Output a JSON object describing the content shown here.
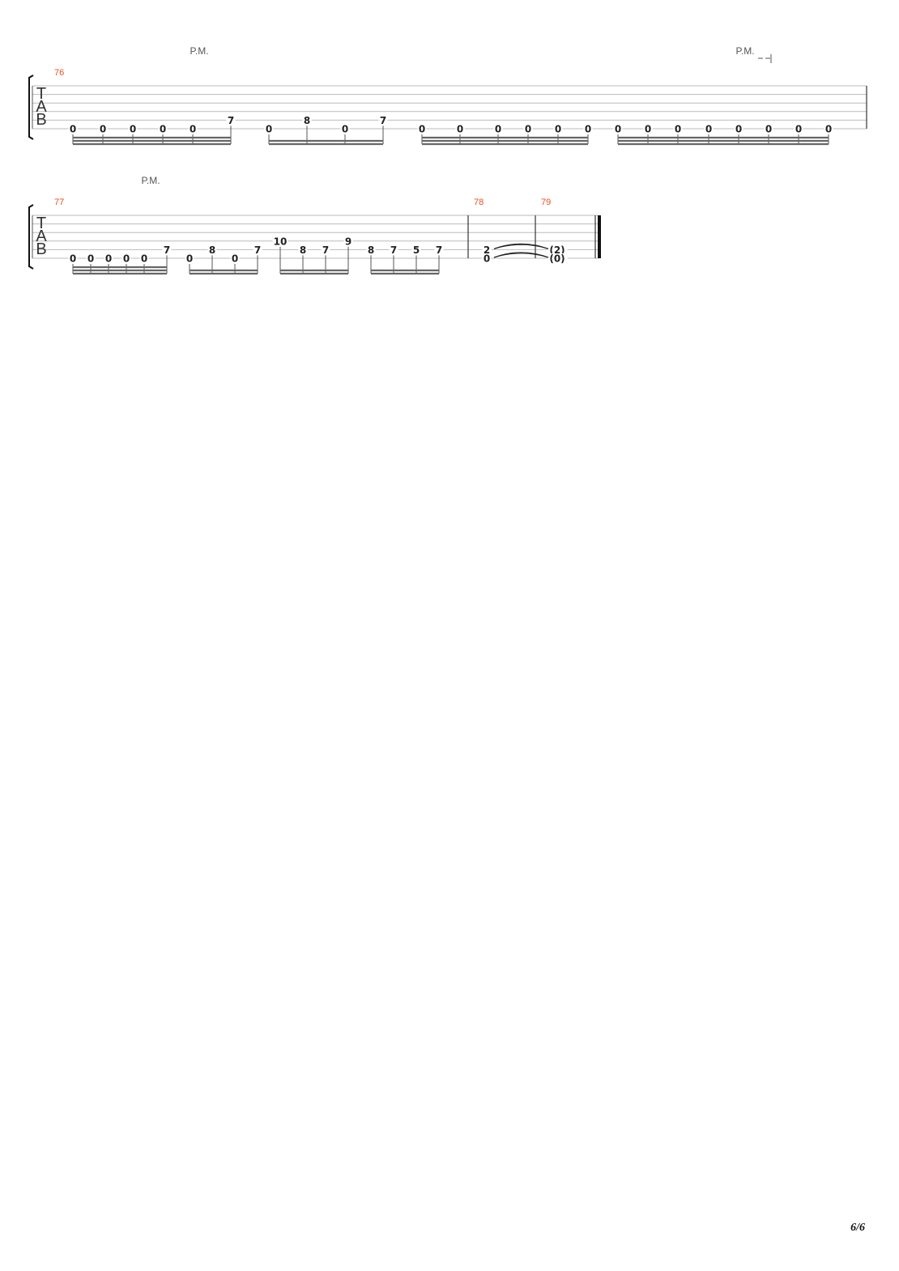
{
  "colors": {
    "measure_number": "#e8501f",
    "staff_line": "#bbbbbb",
    "ink": "#222222",
    "beam": "#666666"
  },
  "clef_letters": [
    "T",
    "A",
    "B"
  ],
  "systems": [
    {
      "palm_mute": [
        {
          "label": "P.M.",
          "extended": false
        },
        {
          "label": "P.M.",
          "extended": true
        }
      ],
      "measures": [
        {
          "number": "76",
          "groups": [
            {
              "notes": [
                {
                  "fret": "0",
                  "string": 6
                },
                {
                  "fret": "0",
                  "string": 6
                },
                {
                  "fret": "0",
                  "string": 6
                },
                {
                  "fret": "0",
                  "string": 6
                },
                {
                  "fret": "0",
                  "string": 6
                },
                {
                  "fret": "7",
                  "string": 5
                }
              ],
              "beams": 3
            },
            {
              "notes": [
                {
                  "fret": "0",
                  "string": 6
                },
                {
                  "fret": "8",
                  "string": 5
                },
                {
                  "fret": "0",
                  "string": 6
                },
                {
                  "fret": "7",
                  "string": 5
                }
              ],
              "beams": 2
            },
            {
              "notes": [
                {
                  "fret": "0",
                  "string": 6
                },
                {
                  "fret": "0",
                  "string": 6
                },
                {
                  "fret": "0",
                  "string": 6
                },
                {
                  "fret": "0",
                  "string": 6
                },
                {
                  "fret": "0",
                  "string": 6
                },
                {
                  "fret": "0",
                  "string": 6
                }
              ],
              "beams": 3
            },
            {
              "notes": [
                {
                  "fret": "0",
                  "string": 6
                },
                {
                  "fret": "0",
                  "string": 6
                },
                {
                  "fret": "0",
                  "string": 6
                },
                {
                  "fret": "0",
                  "string": 6
                },
                {
                  "fret": "0",
                  "string": 6
                },
                {
                  "fret": "0",
                  "string": 6
                },
                {
                  "fret": "0",
                  "string": 6
                },
                {
                  "fret": "0",
                  "string": 6
                }
              ],
              "beams": 3
            }
          ]
        }
      ]
    },
    {
      "palm_mute": [
        {
          "label": "P.M.",
          "extended": false
        }
      ],
      "measures": [
        {
          "number": "77",
          "groups": [
            {
              "notes": [
                {
                  "fret": "0",
                  "string": 6
                },
                {
                  "fret": "0",
                  "string": 6
                },
                {
                  "fret": "0",
                  "string": 6
                },
                {
                  "fret": "0",
                  "string": 6
                },
                {
                  "fret": "0",
                  "string": 6
                },
                {
                  "fret": "7",
                  "string": 5
                }
              ],
              "beams": 3
            },
            {
              "notes": [
                {
                  "fret": "0",
                  "string": 6
                },
                {
                  "fret": "8",
                  "string": 5
                },
                {
                  "fret": "0",
                  "string": 6
                },
                {
                  "fret": "7",
                  "string": 5
                }
              ],
              "beams": 2
            },
            {
              "notes": [
                {
                  "fret": "10",
                  "string": 4
                },
                {
                  "fret": "8",
                  "string": 5
                },
                {
                  "fret": "7",
                  "string": 5
                },
                {
                  "fret": "9",
                  "string": 4
                }
              ],
              "beams": 2
            },
            {
              "notes": [
                {
                  "fret": "8",
                  "string": 5
                },
                {
                  "fret": "7",
                  "string": 5
                },
                {
                  "fret": "5",
                  "string": 5
                },
                {
                  "fret": "7",
                  "string": 5
                }
              ],
              "beams": 2
            }
          ]
        },
        {
          "number": "78",
          "chord": [
            {
              "fret": "2",
              "string": 5
            },
            {
              "fret": "0",
              "string": 6
            }
          ]
        },
        {
          "number": "79",
          "chord": [
            {
              "fret": "(2)",
              "string": 5
            },
            {
              "fret": "(0)",
              "string": 6
            }
          ]
        }
      ]
    }
  ],
  "page_number": "6/6"
}
